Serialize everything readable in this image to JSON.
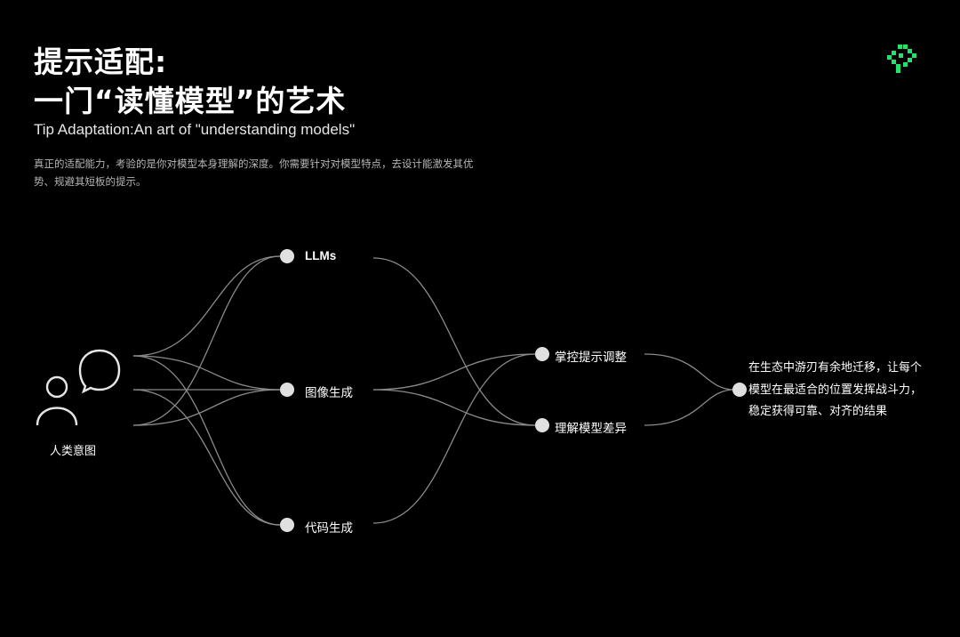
{
  "header": {
    "title_line1": "提示适配:",
    "title_line2": "一门“读懂模型”的艺术",
    "subtitle": "Tip Adaptation:An art of \"understanding models\"",
    "description": "真正的适配能力，考验的是你对模型本身理解的深度。你需要针对对模型特点，去设计能激发其优势、规避其短板的提示。"
  },
  "logo": {
    "icon": "brand-logo-icon",
    "color": "#22e36b"
  },
  "diagram": {
    "human": {
      "label": "人类意图",
      "icon": "person-with-speech-bubble-icon"
    },
    "models": [
      {
        "label": "LLMs"
      },
      {
        "label": "图像生成"
      },
      {
        "label": "代码生成"
      }
    ],
    "skills": [
      {
        "label": "掌控提示调整"
      },
      {
        "label": "理解模型差异"
      }
    ],
    "result": {
      "text": "在生态中游刃有余地迁移，让每个模型在最适合的位置发挥战斗力，稳定获得可靠、对齐的结果"
    },
    "colors": {
      "line": "#8a8a8a",
      "node": "#e0e0e0"
    }
  }
}
